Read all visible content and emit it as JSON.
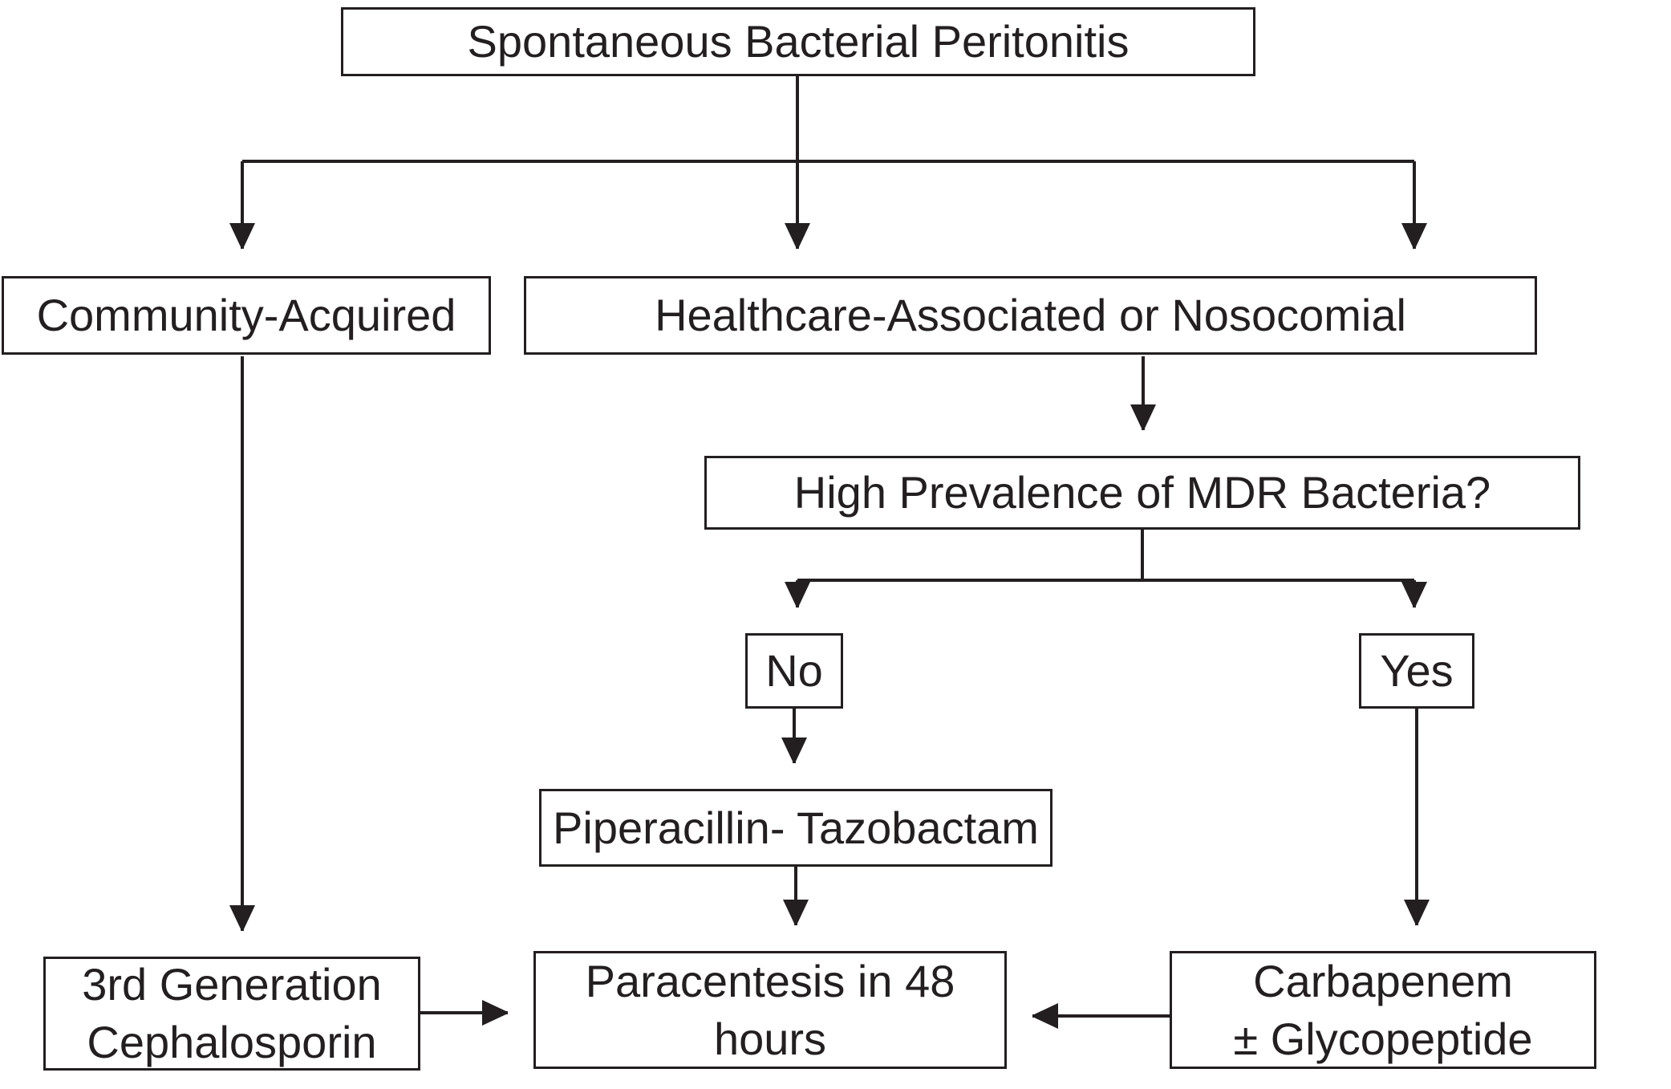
{
  "diagram": {
    "title": "Spontaneous Bacterial Peritonitis",
    "colors": {
      "ink": "#231f20",
      "background": "#ffffff"
    },
    "nodes": {
      "sbp": {
        "label": "Spontaneous Bacterial Peritonitis"
      },
      "community": {
        "label": "Community-Acquired"
      },
      "healthcare": {
        "label": "Healthcare-Associated or Nosocomial"
      },
      "mdr_question": {
        "label": "High Prevalence of MDR Bacteria?"
      },
      "no": {
        "label": "No"
      },
      "yes": {
        "label": "Yes"
      },
      "piptaz": {
        "label": "Piperacillin- Tazobactam"
      },
      "cephalosporin": {
        "line1": "3rd Generation",
        "line2": "Cephalosporin"
      },
      "paracentesis": {
        "line1": "Paracentesis in 48",
        "line2": "hours"
      },
      "carbapenem": {
        "line1": "Carbapenem",
        "line2": "± Glycopeptide"
      }
    },
    "edges": [
      {
        "from": "sbp",
        "to": "community"
      },
      {
        "from": "sbp",
        "to": "healthcare"
      },
      {
        "from": "healthcare",
        "to": "mdr_question"
      },
      {
        "from": "mdr_question",
        "to": "no"
      },
      {
        "from": "mdr_question",
        "to": "yes"
      },
      {
        "from": "no",
        "to": "piptaz"
      },
      {
        "from": "piptaz",
        "to": "paracentesis"
      },
      {
        "from": "yes",
        "to": "carbapenem"
      },
      {
        "from": "community",
        "to": "cephalosporin"
      },
      {
        "from": "cephalosporin",
        "to": "paracentesis"
      },
      {
        "from": "carbapenem",
        "to": "paracentesis"
      }
    ]
  }
}
